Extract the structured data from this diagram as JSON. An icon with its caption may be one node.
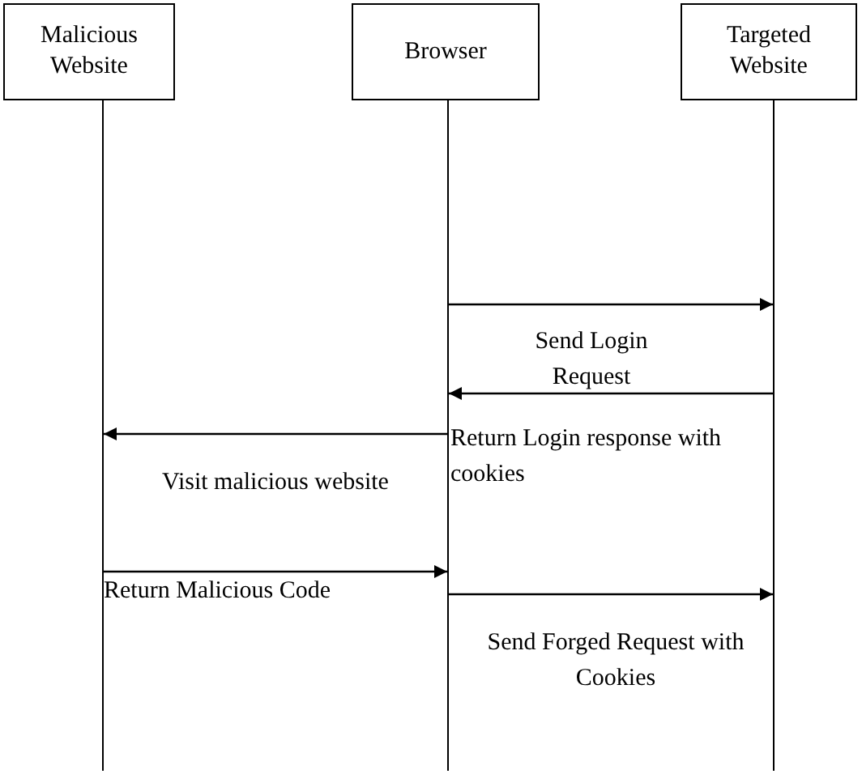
{
  "diagram": {
    "nodes": [
      {
        "text": [
          "Malicious Website"
        ]
      },
      {
        "text": [
          "Browser"
        ]
      },
      {
        "text": [
          "Targeted Website"
        ]
      },
      {
        "text": [],
        "shape": "line"
      },
      {
        "text": [],
        "shape": "line"
      },
      {
        "text": [],
        "shape": "line"
      }
    ],
    "edges": [
      {
        "from": 4,
        "to": 5,
        "arrow": "to",
        "label": "Send Login Request"
      },
      {
        "from": 5,
        "to": 4,
        "arrow": "to",
        "label": "Return Login response with cookies"
      },
      {
        "from": 4,
        "to": 3,
        "arrow": "to",
        "label": "Visit malicious website"
      },
      {
        "from": 3,
        "to": 4,
        "arrow": "to",
        "label": "Return Malicious Code"
      },
      {
        "from": 4,
        "to": 5,
        "arrow": "to",
        "label": "Send Forged Request with Cookies"
      }
    ]
  }
}
